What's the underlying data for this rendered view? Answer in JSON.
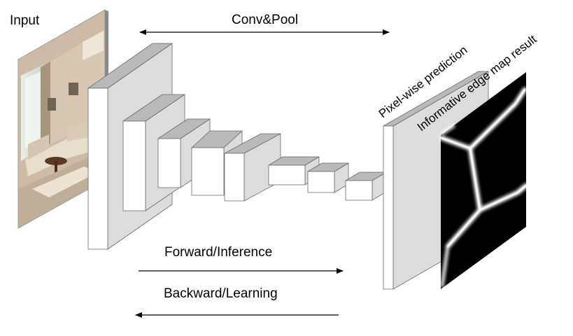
{
  "labels": {
    "input": "Input",
    "conv_pool": "Conv&Pool",
    "pixel_wise_prediction": "Pixel-wise prediction",
    "edge_map_result": "Informative edge map result",
    "forward": "Forward/Inference",
    "backward": "Backward/Learning"
  },
  "colors": {
    "block_front": "#ffffff",
    "block_top": "#b9b9b9",
    "block_side": "#dcdcdc",
    "block_stroke": "#6a6a6a",
    "arrow": "#000000",
    "edge_map_background": "#000000",
    "edge_map_lines": "#ffffff"
  },
  "images": {
    "input_photo": "living-room-photo",
    "edge_map": "edge-map-image"
  }
}
